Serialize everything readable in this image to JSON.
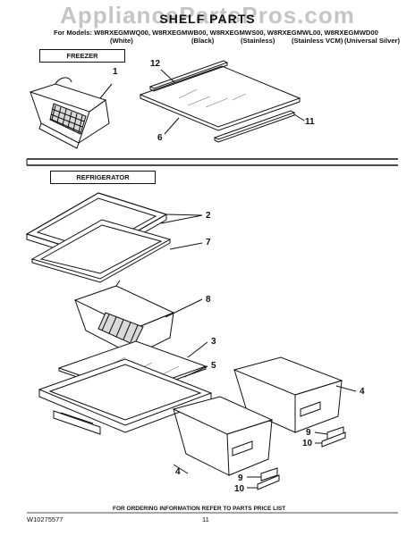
{
  "watermark": "AppliancePartsPros.com",
  "header": {
    "title": "SHELF PARTS",
    "models": "For Models: W8RXEGMWQ00, W8RXEGMWB00, W8RXEGMWS00, W8RXEGMWL00, W8RXEGMWD00",
    "variants": [
      "(White)",
      "(Black)",
      "(Stainless)",
      "(Stainless VCM)",
      "(Universal Silver)"
    ]
  },
  "sections": {
    "freezer": "FREEZER",
    "refrigerator": "REFRIGERATOR"
  },
  "callouts": {
    "c1": "1",
    "c12": "12",
    "c11": "11",
    "c6": "6",
    "c2": "2",
    "c7": "7",
    "c8": "8",
    "c3": "3",
    "c5": "5",
    "c4a": "4",
    "c4b": "4",
    "c9a": "9",
    "c9b": "9",
    "c10a": "10",
    "c10b": "10"
  },
  "footer": {
    "doc_number": "W10275577",
    "page_number": "11",
    "order_note": "FOR ORDERING INFORMATION REFER TO PARTS PRICE LIST"
  }
}
